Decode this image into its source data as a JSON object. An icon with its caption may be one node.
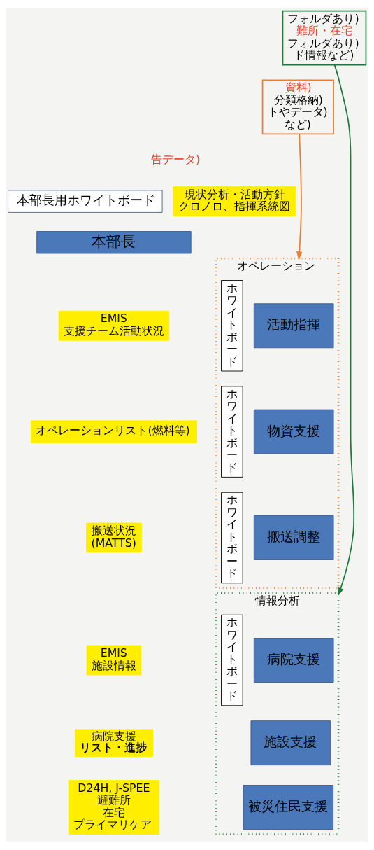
{
  "diagram": {
    "nodes": [
      {
        "text": [
          "フォルダあり)",
          "難所・在宅",
          "フォルダあり)",
          "ド情報など)"
        ]
      },
      {
        "text": [
          "資料)",
          "分類格納)",
          "トやデータ)",
          "など)"
        ]
      },
      {
        "text": [
          "本部長用ホワイトボード"
        ]
      },
      {
        "text": [
          "本部長"
        ]
      },
      {
        "text": [
          "オペレーション"
        ]
      },
      {
        "text": [
          "ホワイトボード"
        ],
        "in": 4
      },
      {
        "text": [
          "活動指揮"
        ],
        "in": 4
      },
      {
        "text": [
          "ホワイトボード"
        ],
        "in": 4
      },
      {
        "text": [
          "物資支援"
        ],
        "in": 4
      },
      {
        "text": [
          "ホワイトボード"
        ],
        "in": 4
      },
      {
        "text": [
          "搬送調整"
        ],
        "in": 4
      },
      {
        "text": [
          "情報分析"
        ]
      },
      {
        "text": [
          "病院支援"
        ],
        "in": 11
      },
      {
        "text": [
          "施設支援"
        ],
        "in": 11
      },
      {
        "text": [
          "被災住民支援"
        ],
        "in": 11
      },
      {
        "text": [
          "ホワイトボード"
        ],
        "in": 11
      },
      {
        "text": [
          "EMIS",
          "支援チーム活動状況"
        ]
      },
      {
        "text": [
          "オペレーションリスト(燃料等)"
        ]
      },
      {
        "text": [
          "搬送状況",
          "(MATTS)"
        ]
      },
      {
        "text": [
          "現状分析・活動方針",
          "クロノロ、指揮系統図"
        ]
      },
      {
        "text": [
          "EMIS",
          "施設情報"
        ]
      },
      {
        "text": [
          "病院支援",
          "リスト・進捗"
        ]
      },
      {
        "text": [
          "D24H, J-SPEE",
          "避難所",
          "在宅",
          "プライマリケア"
        ]
      }
    ],
    "edges": [
      {
        "from": 0,
        "to": 11,
        "arrow": "to",
        "color": "#217a3c"
      },
      {
        "from": 1,
        "to": 4,
        "arrow": "to",
        "color": "#ed7d31"
      }
    ],
    "labels": [
      "告データ)"
    ]
  }
}
